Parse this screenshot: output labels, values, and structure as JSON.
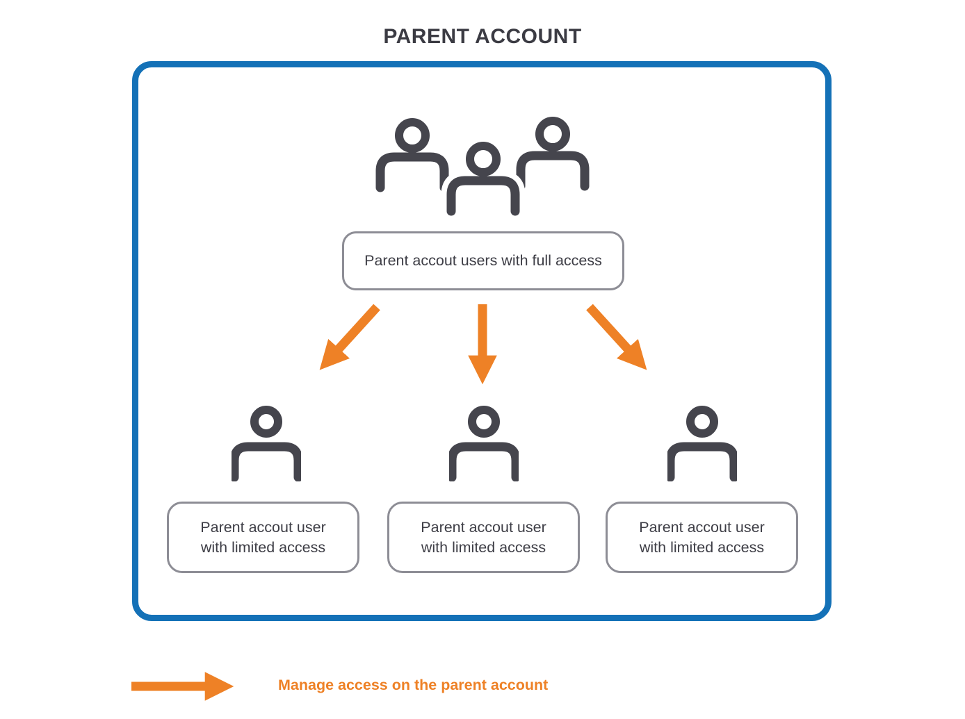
{
  "title": "PARENT ACCOUNT",
  "root_node": {
    "label": "Parent accout users with full access",
    "icon": "users-group-icon"
  },
  "child_nodes": [
    {
      "lines": [
        "Parent accout user",
        "with limited access"
      ],
      "icon": "user-icon"
    },
    {
      "lines": [
        "Parent accout user",
        "with limited access"
      ],
      "icon": "user-icon"
    },
    {
      "lines": [
        "Parent accout user",
        "with limited access"
      ],
      "icon": "user-icon"
    }
  ],
  "legend": {
    "label": "Manage access on the parent account",
    "icon": "arrow-right-icon"
  },
  "colors": {
    "container_border": "#1471b7",
    "arrow": "#ee8126",
    "icon": "#45454d",
    "node_border": "#8d8d95",
    "node_text": "#3e3e46",
    "title_text": "#3b3b43",
    "legend_text": "#ee8126"
  }
}
